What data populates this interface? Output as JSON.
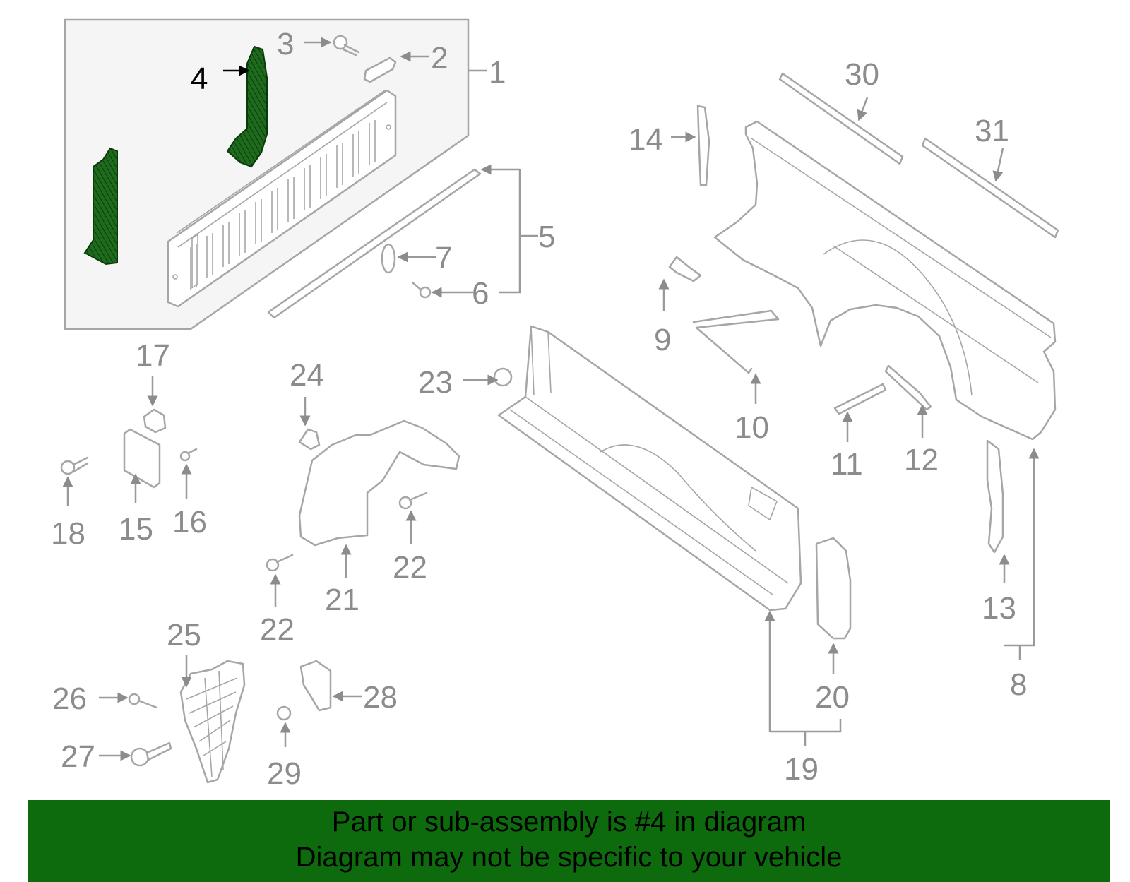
{
  "callouts": {
    "c1": "1",
    "c2": "2",
    "c3": "3",
    "c4": "4",
    "c5": "5",
    "c6": "6",
    "c7": "7",
    "c8": "8",
    "c9": "9",
    "c10": "10",
    "c11": "11",
    "c12": "12",
    "c13": "13",
    "c14": "14",
    "c15": "15",
    "c16": "16",
    "c17": "17",
    "c18": "18",
    "c19": "19",
    "c20": "20",
    "c21": "21",
    "c22a": "22",
    "c22b": "22",
    "c23": "23",
    "c24": "24",
    "c25": "25",
    "c26": "26",
    "c27": "27",
    "c28": "28",
    "c29": "29",
    "c30": "30",
    "c31": "31"
  },
  "highlighted_part": "4",
  "colors": {
    "highlight_fill": "#1e6b1e",
    "line_gray": "#a6a6a6",
    "label_gray": "#8c8c8c",
    "banner_bg": "#0d6b0d",
    "box_bg": "#f5f5f5"
  },
  "banner": {
    "line1": "Part or sub-assembly is #4 in diagram",
    "line2": "Diagram may not be specific to your vehicle"
  }
}
